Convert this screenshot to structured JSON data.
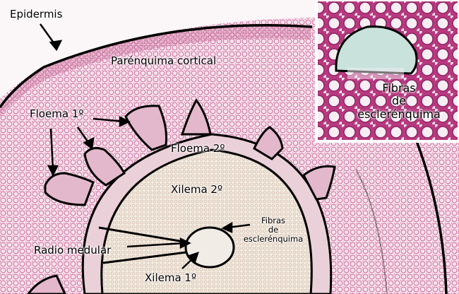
{
  "labels": {
    "epidermis": "Epidermis",
    "parenquima_cortical": "Parénquima cortical",
    "floema_1": "Floema 1º",
    "floema_2": "Floema 2º",
    "xilema_2": "Xilema 2º",
    "radio_medular": "Radio medular",
    "xilema_1": "Xilema 1º",
    "fibras_center": [
      "Fibras",
      "de",
      "esclerénquima"
    ],
    "fibras_inset": [
      "Fibras",
      "de",
      "esclerénquima"
    ]
  },
  "colors": {
    "tissue_pink": "#e9a9c8",
    "tissue_light": "#f4dde8",
    "xylem": "#efe7d8",
    "phloem": "#e7c6d0",
    "inset_magenta": "#b0337c",
    "outline": "#000000"
  }
}
